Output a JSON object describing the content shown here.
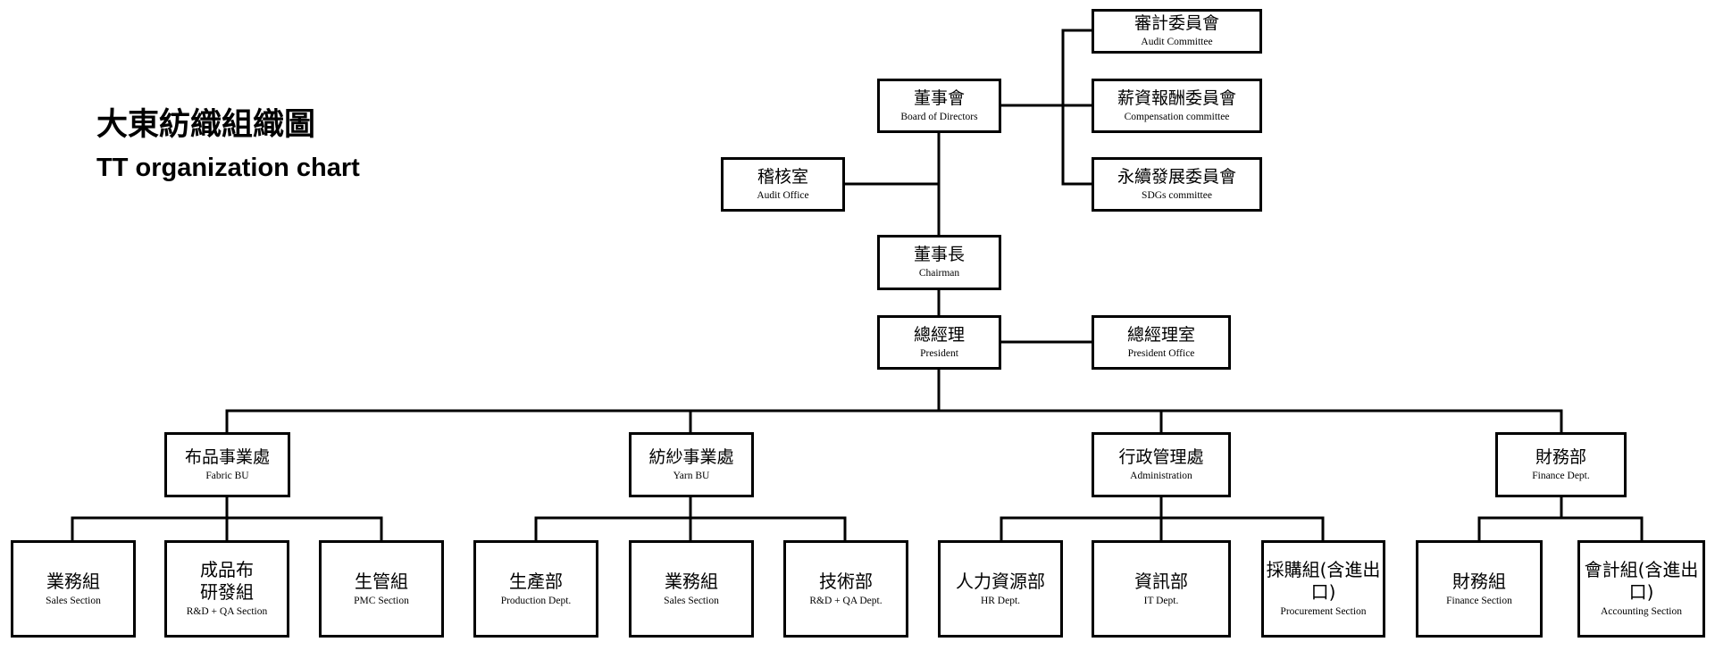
{
  "title": {
    "zh": "大東紡織組織圖",
    "en": "TT organization chart"
  },
  "nodes": {
    "audit_committee": {
      "zh": "審計委員會",
      "en": "Audit Committee"
    },
    "board": {
      "zh": "董事會",
      "en": "Board of Directors"
    },
    "compensation_committee": {
      "zh": "薪資報酬委員會",
      "en": "Compensation committee"
    },
    "audit_office": {
      "zh": "稽核室",
      "en": "Audit Office"
    },
    "sdgs_committee": {
      "zh": "永續發展委員會",
      "en": "SDGs committee"
    },
    "chairman": {
      "zh": "董事長",
      "en": "Chairman"
    },
    "president": {
      "zh": "總經理",
      "en": "President"
    },
    "president_office": {
      "zh": "總經理室",
      "en": "President Office"
    },
    "fabric_bu": {
      "zh": "布品事業處",
      "en": "Fabric BU"
    },
    "yarn_bu": {
      "zh": "紡紗事業處",
      "en": "Yarn BU"
    },
    "administration": {
      "zh": "行政管理處",
      "en": "Administration"
    },
    "finance_dept": {
      "zh": "財務部",
      "en": "Finance Dept."
    },
    "fabric_sales": {
      "zh": "業務組",
      "en": "Sales Section"
    },
    "fabric_rnd": {
      "zh": "成品布\n研發組",
      "en": "R&D + QA Section"
    },
    "fabric_pmc": {
      "zh": "生管組",
      "en": "PMC Section"
    },
    "yarn_production": {
      "zh": "生產部",
      "en": "Production Dept."
    },
    "yarn_sales": {
      "zh": "業務組",
      "en": "Sales Section"
    },
    "yarn_tech": {
      "zh": "技術部",
      "en": "R&D + QA Dept."
    },
    "hr": {
      "zh": "人力資源部",
      "en": "HR Dept."
    },
    "it": {
      "zh": "資訊部",
      "en": "IT Dept."
    },
    "procurement": {
      "zh": "採購組(含進出口)",
      "en": "Procurement Section"
    },
    "finance_section": {
      "zh": "財務組",
      "en": "Finance Section"
    },
    "accounting": {
      "zh": "會計組(含進出口)",
      "en": "Accounting Section"
    }
  }
}
